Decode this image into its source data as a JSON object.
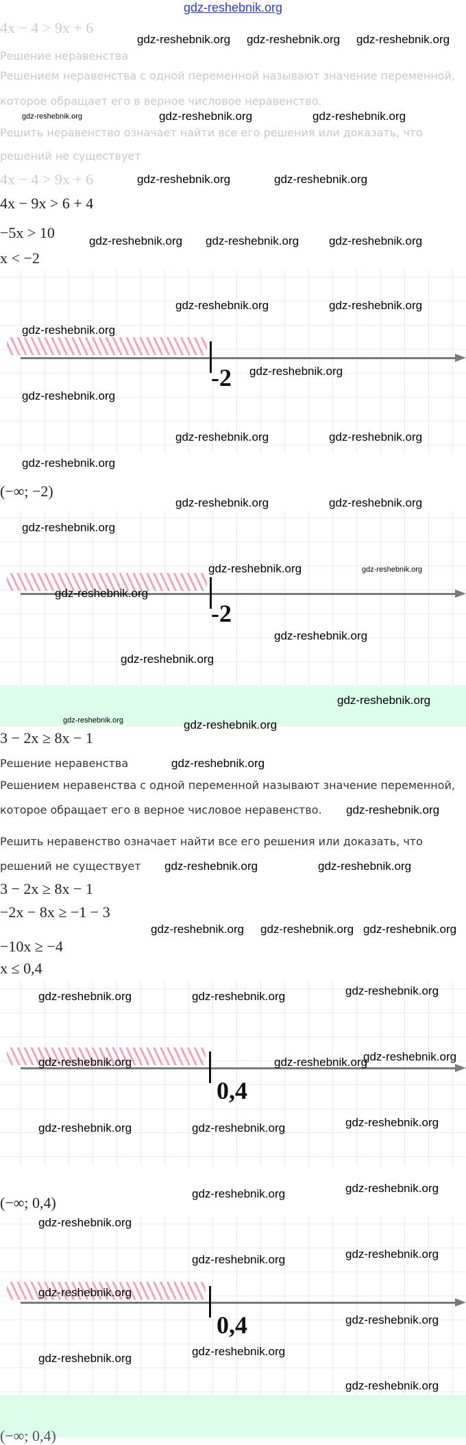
{
  "header": {
    "site_link": "gdz-reshebnik.org"
  },
  "watermark": "gdz-reshebnik.org",
  "problem1": {
    "inequality": "4x − 4 > 9x + 6",
    "section_title": "Решение неравенства",
    "definition_line1": "Решением неравенства с одной переменной называют значение переменной,",
    "definition_line2": "которое обращает его в верное числовое неравенство.",
    "task_line1": "Решить неравенство означает найти все его решения или доказать, что",
    "task_line2": "решений не существует",
    "steps": [
      "4x − 4 > 9x + 6",
      "4x − 9x > 6 + 4",
      "−5x > 10",
      "x < −2"
    ],
    "number_line_label": "-2",
    "answer": "(−∞; −2)"
  },
  "problem2": {
    "inequality": "3 − 2x ≥ 8x − 1",
    "section_title": "Решение неравенства",
    "definition_line1": "Решением неравенства с одной переменной называют значение переменной,",
    "definition_line2": "которое обращает его в верное числовое неравенство.",
    "task_line1": "Решить неравенство означает найти все его решения или доказать, что",
    "task_line2": "решений не существует",
    "steps": [
      "3 − 2x ≥ 8x − 1",
      "−2x − 8x ≥ −1 − 3",
      "−10x ≥ −4",
      "x ≤ 0,4"
    ],
    "number_line_label": "0,4",
    "answer": "(−∞; 0,4)"
  },
  "colors": {
    "link": "#2b3bd6",
    "hatch": "#f4a3b8",
    "answer_band": "#dcfde9"
  }
}
